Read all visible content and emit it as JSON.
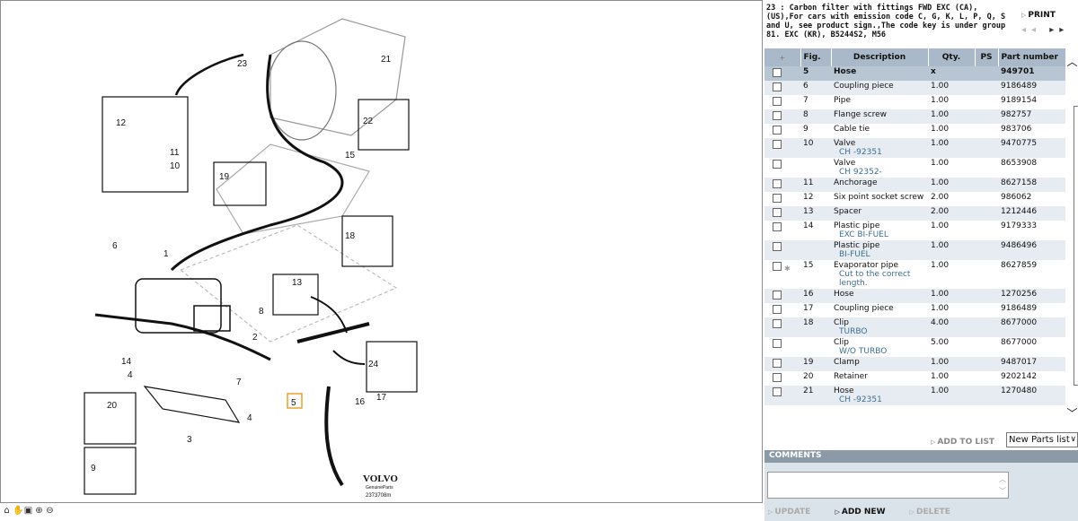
{
  "diagram": {
    "labels": [
      "21",
      "23",
      "22",
      "15",
      "19",
      "18",
      "12",
      "11",
      "10",
      "6",
      "1",
      "13",
      "8",
      "2",
      "14",
      "4",
      "7",
      "5",
      "16",
      "17",
      "24",
      "20",
      "4",
      "3",
      "9"
    ],
    "brand": "VOLVO",
    "brand_sub": "GenuineParts",
    "image_code": "2373708m"
  },
  "viewer_tools": [
    "home-icon",
    "pan-icon",
    "fit-icon",
    "zoom-in-icon",
    "zoom-out-icon"
  ],
  "header": {
    "title": "23 : Carbon filter with fittings FWD EXC (CA), (US),For cars with emission code C, G, K, L, P, Q, S and U, see product sign.,The code key is under group 81. EXC (KR), B5244S2, M56",
    "print": "PRINT"
  },
  "table": {
    "columns": [
      "Fig.",
      "Description",
      "Qty.",
      "PS",
      "Part number"
    ],
    "sort_glyph": "+",
    "rows": [
      {
        "fig": "5",
        "desc": "Hose",
        "note": "",
        "qty": "x",
        "ps": "",
        "part": "949701",
        "sel": true
      },
      {
        "fig": "6",
        "desc": "Coupling piece",
        "note": "",
        "qty": "1.00",
        "ps": "",
        "part": "9186489"
      },
      {
        "fig": "7",
        "desc": "Pipe",
        "note": "",
        "qty": "1.00",
        "ps": "",
        "part": "9189154"
      },
      {
        "fig": "8",
        "desc": "Flange screw",
        "note": "",
        "qty": "1.00",
        "ps": "",
        "part": "982757"
      },
      {
        "fig": "9",
        "desc": "Cable tie",
        "note": "",
        "qty": "1.00",
        "ps": "",
        "part": "983706"
      },
      {
        "fig": "10",
        "desc": "Valve",
        "note": "CH -92351",
        "qty": "1.00",
        "ps": "",
        "part": "9470775"
      },
      {
        "fig": "",
        "desc": "Valve",
        "note": "CH 92352-",
        "qty": "1.00",
        "ps": "",
        "part": "8653908"
      },
      {
        "fig": "11",
        "desc": "Anchorage",
        "note": "",
        "qty": "1.00",
        "ps": "",
        "part": "8627158"
      },
      {
        "fig": "12",
        "desc": "Six point socket screw",
        "note": "",
        "qty": "2.00",
        "ps": "",
        "part": "986062"
      },
      {
        "fig": "13",
        "desc": "Spacer",
        "note": "",
        "qty": "2.00",
        "ps": "",
        "part": "1212446"
      },
      {
        "fig": "14",
        "desc": "Plastic pipe",
        "note": "EXC BI-FUEL",
        "qty": "1.00",
        "ps": "",
        "part": "9179333"
      },
      {
        "fig": "",
        "desc": "Plastic pipe",
        "note": "BI-FUEL",
        "qty": "1.00",
        "ps": "",
        "part": "9486496"
      },
      {
        "fig": "15",
        "desc": "Evaporator pipe",
        "note": "Cut to the correct length.",
        "qty": "1.00",
        "ps": "",
        "part": "8627859",
        "star": true
      },
      {
        "fig": "16",
        "desc": "Hose",
        "note": "",
        "qty": "1.00",
        "ps": "",
        "part": "1270256"
      },
      {
        "fig": "17",
        "desc": "Coupling piece",
        "note": "",
        "qty": "1.00",
        "ps": "",
        "part": "9186489"
      },
      {
        "fig": "18",
        "desc": "Clip",
        "note": "TURBO",
        "qty": "4.00",
        "ps": "",
        "part": "8677000"
      },
      {
        "fig": "",
        "desc": "Clip",
        "note": "W/O TURBO",
        "qty": "5.00",
        "ps": "",
        "part": "8677000"
      },
      {
        "fig": "19",
        "desc": "Clamp",
        "note": "",
        "qty": "1.00",
        "ps": "",
        "part": "9487017"
      },
      {
        "fig": "20",
        "desc": "Retainer",
        "note": "",
        "qty": "1.00",
        "ps": "",
        "part": "9202142"
      },
      {
        "fig": "21",
        "desc": "Hose",
        "note": "CH -92351",
        "qty": "1.00",
        "ps": "",
        "part": "1270480"
      }
    ]
  },
  "add_to_list": "ADD TO LIST",
  "list_select": "New Parts list",
  "comments": {
    "title": "COMMENTS",
    "update": "UPDATE",
    "add_new": "ADD NEW",
    "delete": "DELETE"
  }
}
